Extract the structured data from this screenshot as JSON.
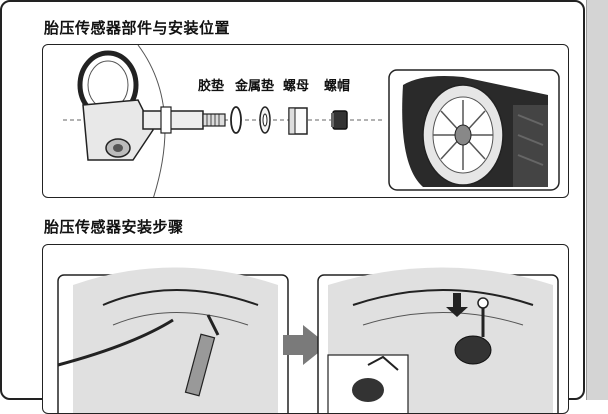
{
  "sections": {
    "parts_title": "胎压传感器部件与安装位置",
    "steps_title": "胎压传感器安装步骤"
  },
  "parts": {
    "washer": "胶垫",
    "metal_washer": "金属垫",
    "nut": "螺母",
    "cap": "螺帽"
  },
  "colors": {
    "border": "#222222",
    "arrow": "#7a7a7a",
    "tab": "#d4d4d4"
  }
}
